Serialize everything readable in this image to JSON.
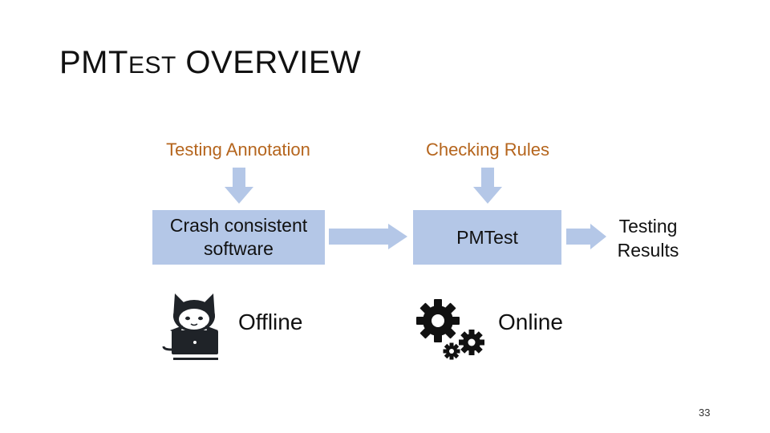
{
  "slide": {
    "title_part1": "PMT",
    "title_small": "EST",
    "title_part2": " OVERVIEW",
    "page_number": "33"
  },
  "inputs": {
    "annotation_label": "Testing Annotation",
    "rules_label": "Checking Rules"
  },
  "boxes": {
    "software_line1": "Crash consistent",
    "software_line2": "software",
    "pmtest": "PMTest"
  },
  "output": {
    "line1": "Testing",
    "line2": "Results"
  },
  "modes": {
    "offline": "Offline",
    "online": "Online"
  },
  "icons": {
    "offline_icon": "cat-at-laptop-icon",
    "online_icon": "gears-icon"
  },
  "colors": {
    "label_orange": "#b5651d",
    "box_fill": "#b4c7e7",
    "arrow_fill": "#b4c7e7"
  }
}
